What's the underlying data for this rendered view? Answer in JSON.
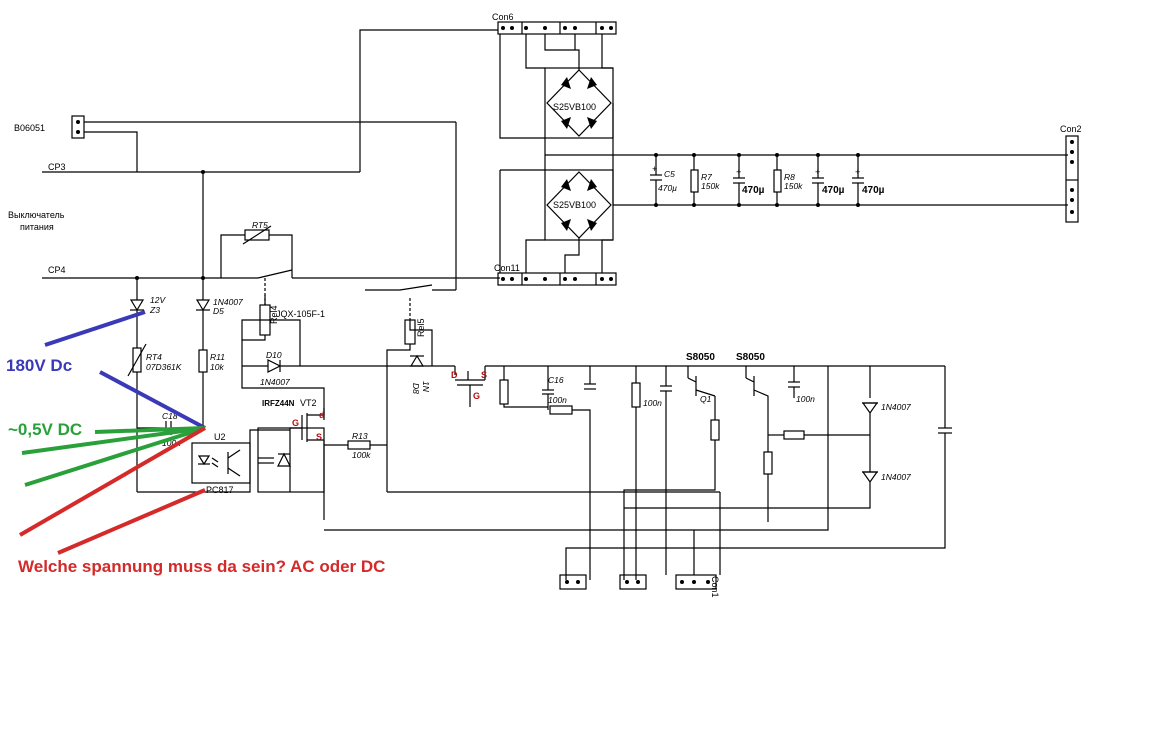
{
  "labels": {
    "con6": "Con6",
    "con11": "Con11",
    "con2": "Con2",
    "con1": "Con1",
    "b06051": "B06051",
    "cp3": "CP3",
    "cp4": "CP4",
    "switch_line1": "Выключатель",
    "switch_line2": "питания",
    "bridge1": "S25VB100",
    "bridge2": "S25VB100",
    "c5": "C5",
    "c5_val": "470µ",
    "r7": "R7",
    "r7_val": "150k",
    "c_a_val": "470µ",
    "r8": "R8",
    "r8_val": "150k",
    "c_b_val": "470µ",
    "c_c_val": "470µ",
    "rt5": "RT5",
    "relay_type": "JQX-105F-1",
    "rel4": "Rel4",
    "rel5": "Rel5",
    "zener_val": "12V",
    "zener_ref": "Z3",
    "d5_type": "1N4007",
    "d5_ref": "D5",
    "rt4": "RT4",
    "rt4_val": "07D361K",
    "r11": "R11",
    "r11_val": "10k",
    "d10": "D10",
    "d10_type": "1N4007",
    "d8_ref": "D8",
    "d8_type": "1N",
    "mosfet_type": "IRFZ44N",
    "vt2": "VT2",
    "pin_g": "G",
    "pin_d": "d",
    "pin_s": "S",
    "pin_D": "D",
    "pin_S": "S",
    "pin_G2": "G",
    "c18": "C18",
    "c18_val": "100n",
    "u2": "U2",
    "pc817": "PC817",
    "r13": "R13",
    "r13_val": "100k",
    "c16": "C16",
    "c16_val": "100n",
    "cap_100n_a": "100n",
    "cap_100n_b": "100n",
    "s8050_a": "S8050",
    "s8050_b": "S8050",
    "q1": "Q1",
    "d_1n4007_a": "1N4007",
    "d_1n4007_b": "1N4007"
  },
  "annotations": {
    "v180": "180V Dc",
    "v05": "~0,5V DC",
    "question": "Welche spannung muss da sein? AC oder DC"
  },
  "colors": {
    "blue": "#3a3ab8",
    "green": "#2aa03a",
    "red": "#d42a2a",
    "pin_red": "#b01010"
  }
}
